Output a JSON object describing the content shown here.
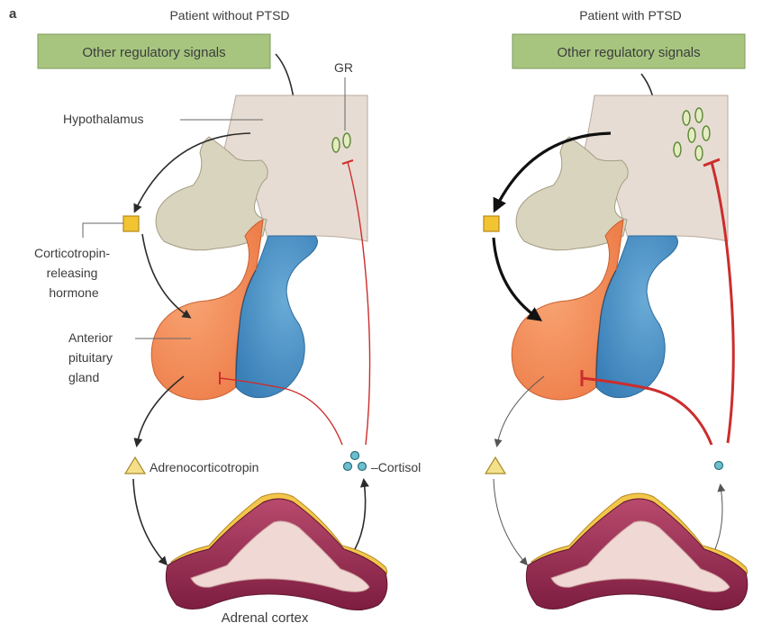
{
  "panel_letter": "a",
  "left_panel": {
    "title": "Patient without PTSD",
    "box_label": "Other regulatory signals",
    "gr_label": "GR",
    "hypothalamus_label": "Hypothalamus",
    "crh_label_lines": [
      "Corticotropin-",
      "releasing",
      "hormone"
    ],
    "pituitary_label_lines": [
      "Anterior",
      "pituitary",
      "gland"
    ],
    "acth_label": "Adrenocorticotropin",
    "cortisol_label": "–Cortisol",
    "adrenal_label": "Adrenal cortex"
  },
  "right_panel": {
    "title": "Patient with PTSD",
    "box_label": "Other regulatory signals"
  },
  "colors": {
    "box_fill": "#a7c57f",
    "hypothalamus": "#e7dcd3",
    "stalk": "#d9d4be",
    "posterior_pituitary": "#4e93c7",
    "anterior_pituitary": "#f5915c",
    "cortisol_dot": "#6dbfcf",
    "feedback_line": "#cc2d2d",
    "hormone_square": "#f2c431",
    "adrenal_outer": "#9b2c52",
    "adrenal_inner": "#f0d8d4",
    "adrenal_capsule": "#f3c64a"
  }
}
